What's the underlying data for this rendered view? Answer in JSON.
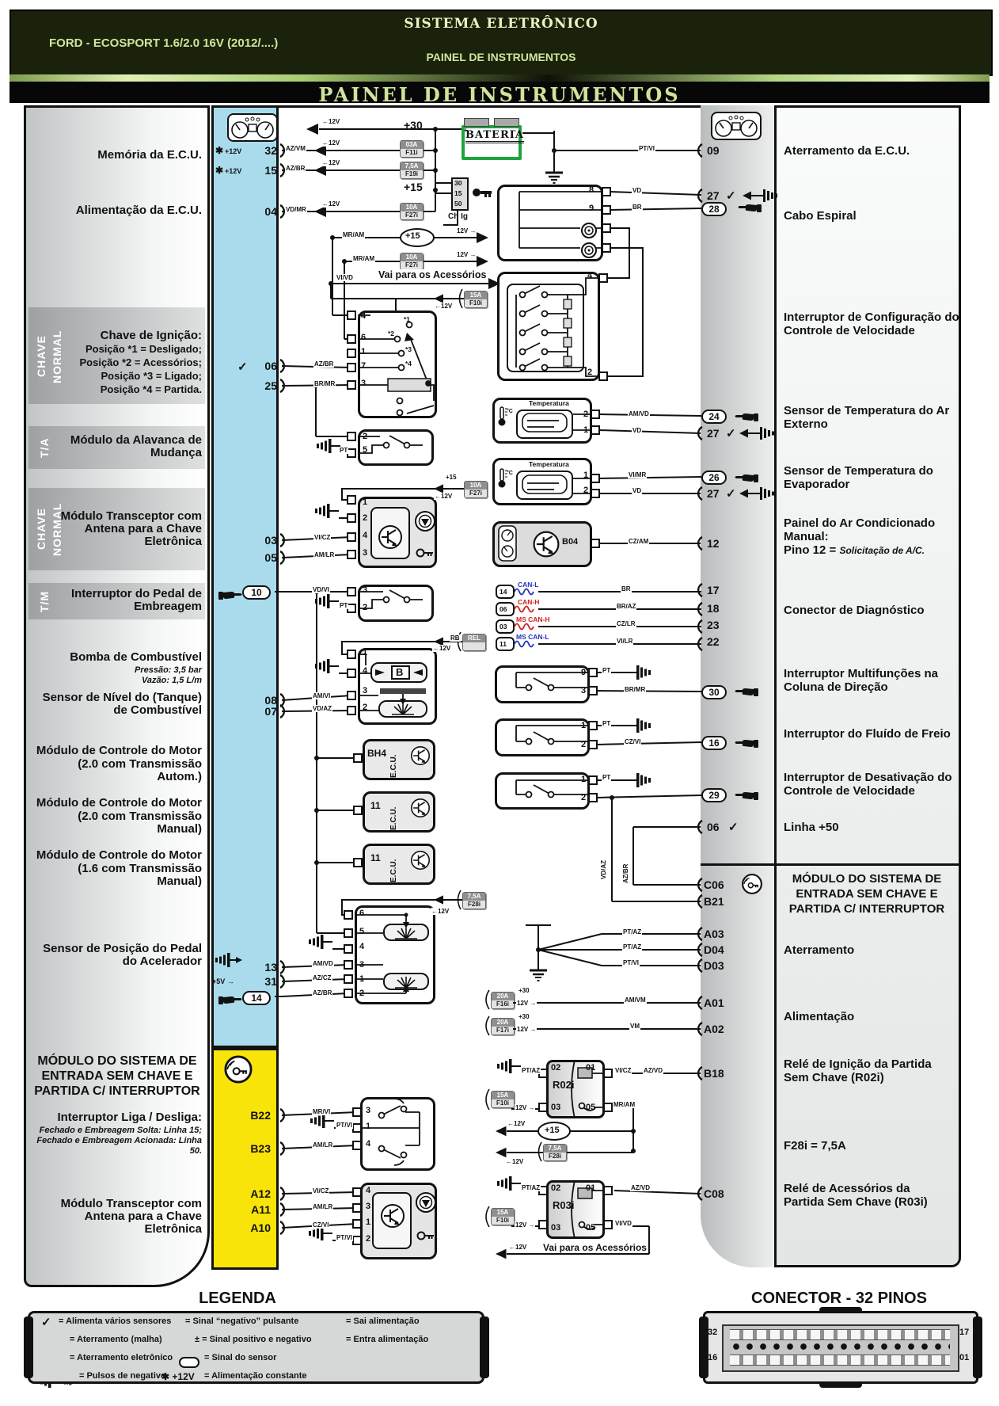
{
  "colors": {
    "blue": "#a9dbec",
    "yellow": "#f8e408",
    "battery_green": "#1ca43e",
    "can_blue": "#2233bb",
    "can_red": "#cc2222"
  },
  "header": {
    "system": "SISTEMA ELETRÔNICO",
    "model": "FORD - ECOSPORT 1.6/2.0 16V (2012/....)",
    "subsystem": "PAINEL DE INSTRUMENTOS",
    "title": "PAINEL DE INSTRUMENTOS"
  },
  "left": {
    "memoria": "Memória da E.C.U.",
    "alimentacao": "Alimentação da E.C.U.",
    "chave_a": "CHAVE",
    "chave_b": "NORMAL",
    "ign_title": "Chave de Ignição:",
    "ign_l1": "Posição *1 = Desligado;",
    "ign_l2": "Posição *2 = Acessórios;",
    "ign_l3": "Posição *3 = Ligado;",
    "ign_l4": "Posição *4 = Partida.",
    "ta": "T/A",
    "alavanca": "Módulo da Alavanca de Mudança",
    "transceptor": "Módulo Transceptor com Antena para a Chave Eletrônica",
    "tm": "T/M",
    "embreagem": "Interruptor do Pedal de Embreagem",
    "bomba": "Bomba de Combustível",
    "bomba_p": "Pressão: 3,5 bar",
    "bomba_v": "Vazão: 1,5 L/m",
    "nivel": "Sensor de Nível do (Tanque) de Combustível",
    "mcm": "Módulo de Controle do Motor",
    "mcm_a": "(2.0 com Transmissão Autom.)",
    "mcm_m20": "(2.0 com Transmissão Manual)",
    "mcm_m16": "(1.6 com Transmissão Manual)",
    "pedal": "Sensor de Posição do Pedal do Acelerador",
    "kl_title": "MÓDULO DO SISTEMA DE ENTRADA SEM CHAVE E PARTIDA C/ INTERRUPTOR",
    "liga": "Interruptor Liga / Desliga:",
    "liga_l1": "Fechado e Embreagem Solta: Linha 15;",
    "liga_l2": "Fechado e Embreagem Acionada: Linha 50."
  },
  "right": {
    "aterr_ecu": "Aterramento da E.C.U.",
    "cabo": "Cabo Espiral",
    "config": "Interruptor de Configuração do Controle de Velocidade",
    "temp_ext": "Sensor de Temperatura do Ar Externo",
    "temp_evap": "Sensor de Temperatura do Evaporador",
    "ac1": "Painel do Ar Condicionado Manual:",
    "ac2a": "Pino 12 = ",
    "ac2b": "Solicitação de A/C.",
    "diag": "Conector de Diagnóstico",
    "multi": "Interruptor Multifunções na Coluna de Direção",
    "freio": "Interruptor do Fluído de Freio",
    "desativ": "Interruptor de Desativação do Controle de Velocidade",
    "linha50": "Linha +50",
    "modulo": "MÓDULO DO SISTEMA DE ENTRADA SEM CHAVE E PARTIDA C/ INTERRUPTOR",
    "aterramento": "Aterramento",
    "alimentacao": "Alimentação",
    "rele_ign": "Relé de Ignição da Partida Sem Chave (R02i)",
    "f28i": "F28i = 7,5A",
    "rele_ac": "Relé de Acessórios da Partida Sem Chave (R03i)"
  },
  "pins": {
    "p32": "32",
    "p15": "15",
    "p04": "04",
    "p06": "06",
    "p25": "25",
    "p03": "03",
    "p05": "05",
    "p10": "10",
    "p08": "08",
    "p07": "07",
    "p13": "13",
    "p31": "31",
    "p14": "14",
    "b22": "B22",
    "b23": "B23",
    "a12": "A12",
    "a11": "A11",
    "a10": "A10",
    "p09": "09",
    "p27": "27",
    "p28": "28",
    "p24": "24",
    "p26": "26",
    "p12": "12",
    "p17": "17",
    "p18": "18",
    "p23": "23",
    "p22": "22",
    "p30": "30",
    "p16": "16",
    "p29": "29",
    "c06": "C06",
    "b21": "B21",
    "a03": "A03",
    "d04": "D04",
    "d03": "D03",
    "a01": "A01",
    "a02": "A02",
    "b18": "B18",
    "c08": "C08"
  },
  "w": {
    "az_vm": "AZ/VM",
    "az_br": "AZ/BR",
    "vd_mr": "VD/MR",
    "br_mr": "BR/MR",
    "vi_cz": "VI/CZ",
    "am_lr": "AM/LR",
    "vd_vi": "VD/VI",
    "pt": "PT",
    "am_vi": "AM/VI",
    "vd_az": "VD/AZ",
    "am_vd": "AM/VD",
    "az_cz": "AZ/CZ",
    "mr_vi": "MR/VI",
    "pt_vi": "PT/VI",
    "cz_vi": "CZ/VI",
    "vd": "VD",
    "br": "BR",
    "vi_mr": "VI/MR",
    "cz_am": "CZ/AM",
    "br_az": "BR/AZ",
    "cz_lr": "CZ/LR",
    "vi_lr": "VI/LR",
    "pt_az": "PT/AZ",
    "am_vm": "AM/VM",
    "vm": "VM",
    "az_vd": "AZ/VD",
    "vi_vd": "VI/VD",
    "mr_am": "MR/AM",
    "rb": "RB"
  },
  "f": {
    "f11a": "03A",
    "f11": "F11i",
    "f19a": "7,5A",
    "f19": "F19i",
    "f27a": "10A",
    "f27": "F27i",
    "f10a": "15A",
    "f10": "F10i",
    "f28a": "7,5A",
    "f28": "F28i",
    "f16a": "20A",
    "f16": "F16i",
    "f17a": "20A",
    "f17": "F17i",
    "rel": "REL"
  },
  "m": {
    "bateria": "BATERIA",
    "plus30": "+30",
    "plus15": "+15",
    "chig": "Ch Ig",
    "t30": "30",
    "t15": "15",
    "t50": "50",
    "v12l": "←12V",
    "v12r": "12V →",
    "vai": "Vai para os Acessórios",
    "ecu": "E.C.U.",
    "bh4": "BH4",
    "n11": "11",
    "r02i": "R02i",
    "r03i": "R03i",
    "b04": "B04",
    "temperatura": "Temperatura",
    "canl": "CAN-L",
    "canh": "CAN-H",
    "mscanh": "MS CAN-H",
    "mscanl": "MS CAN-L",
    "star": "✱",
    "v12": "+12V",
    "check": "✓",
    "plus5": "+5V →",
    "s1": "*1",
    "s2": "*2",
    "s3": "*3",
    "s4": "*4",
    "n1": "1",
    "n2": "2",
    "n3": "3",
    "n4": "4",
    "n5": "5",
    "n6": "6",
    "n7": "7",
    "n8": "8",
    "n9": "9",
    "d14": "14",
    "d06": "06",
    "d03": "03",
    "d11": "11",
    "degc": "°C",
    "b": "B"
  },
  "legend": {
    "title": "LEGENDA",
    "i1": "= Alimenta vários sensores",
    "i2": "= Aterramento (malha)",
    "i3": "= Aterramento eletrônico",
    "i4": "= Pulsos de negativo",
    "i5": "= Sinal “negativo” pulsante",
    "i6": "= Sinal positivo e negativo",
    "i7": "= Sinal do sensor",
    "i8": "= Alimentação constante",
    "i9": "= Sai alimentação",
    "i10": "= Entra alimentação",
    "pm": "±",
    "star12": "✱ +12V"
  },
  "conn": {
    "title": "CONECTOR - 32 PINOS",
    "tl": "32",
    "tr": "17",
    "bl": "16",
    "br": "01"
  }
}
